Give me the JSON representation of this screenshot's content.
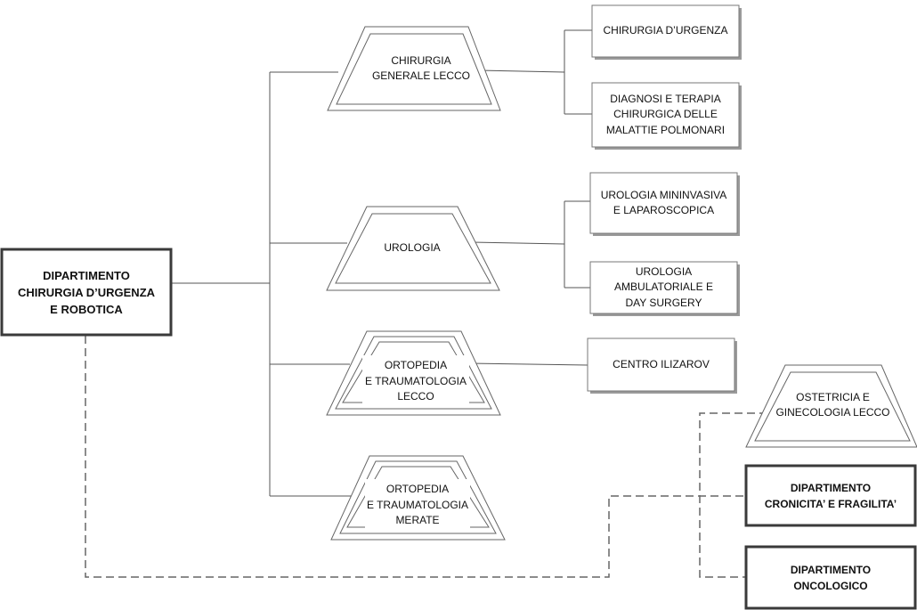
{
  "departments": {
    "main": [
      "DIPARTIMENTO",
      "CHIRURGIA D’URGENZA",
      "E ROBOTICA"
    ],
    "cronicita": [
      "DIPARTIMENTO",
      "CRONICITA’ E FRAGILITA’"
    ],
    "oncologico": [
      "DIPARTIMENTO",
      "ONCOLOGICO"
    ]
  },
  "units": {
    "chirurgia_generale": [
      "CHIRURGIA",
      "GENERALE LECCO"
    ],
    "urologia": [
      "UROLOGIA"
    ],
    "ortopedia_lecco": [
      "ORTOPEDIA",
      "E TRAUMATOLOGIA",
      "LECCO"
    ],
    "ortopedia_merate": [
      "ORTOPEDIA",
      "E TRAUMATOLOGIA",
      "MERATE"
    ],
    "ostetricia": [
      "OSTETRICIA E",
      "GINECOLOGIA LECCO"
    ]
  },
  "subunits": {
    "chirurgia_urgenza": [
      "CHIRURGIA D’URGENZA"
    ],
    "diagnosi": [
      "DIAGNOSI E TERAPIA",
      "CHIRURGICA DELLE",
      "MALATTIE POLMONARI"
    ],
    "urologia_mininvasiva": [
      "UROLOGIA MININVASIVA",
      "E LAPAROSCOPICA"
    ],
    "urologia_ambulatoriale": [
      "UROLOGIA",
      "AMBULATORIALE E",
      "DAY SURGERY"
    ],
    "centro_ilizarov": [
      "CENTRO ILIZAROV"
    ]
  }
}
